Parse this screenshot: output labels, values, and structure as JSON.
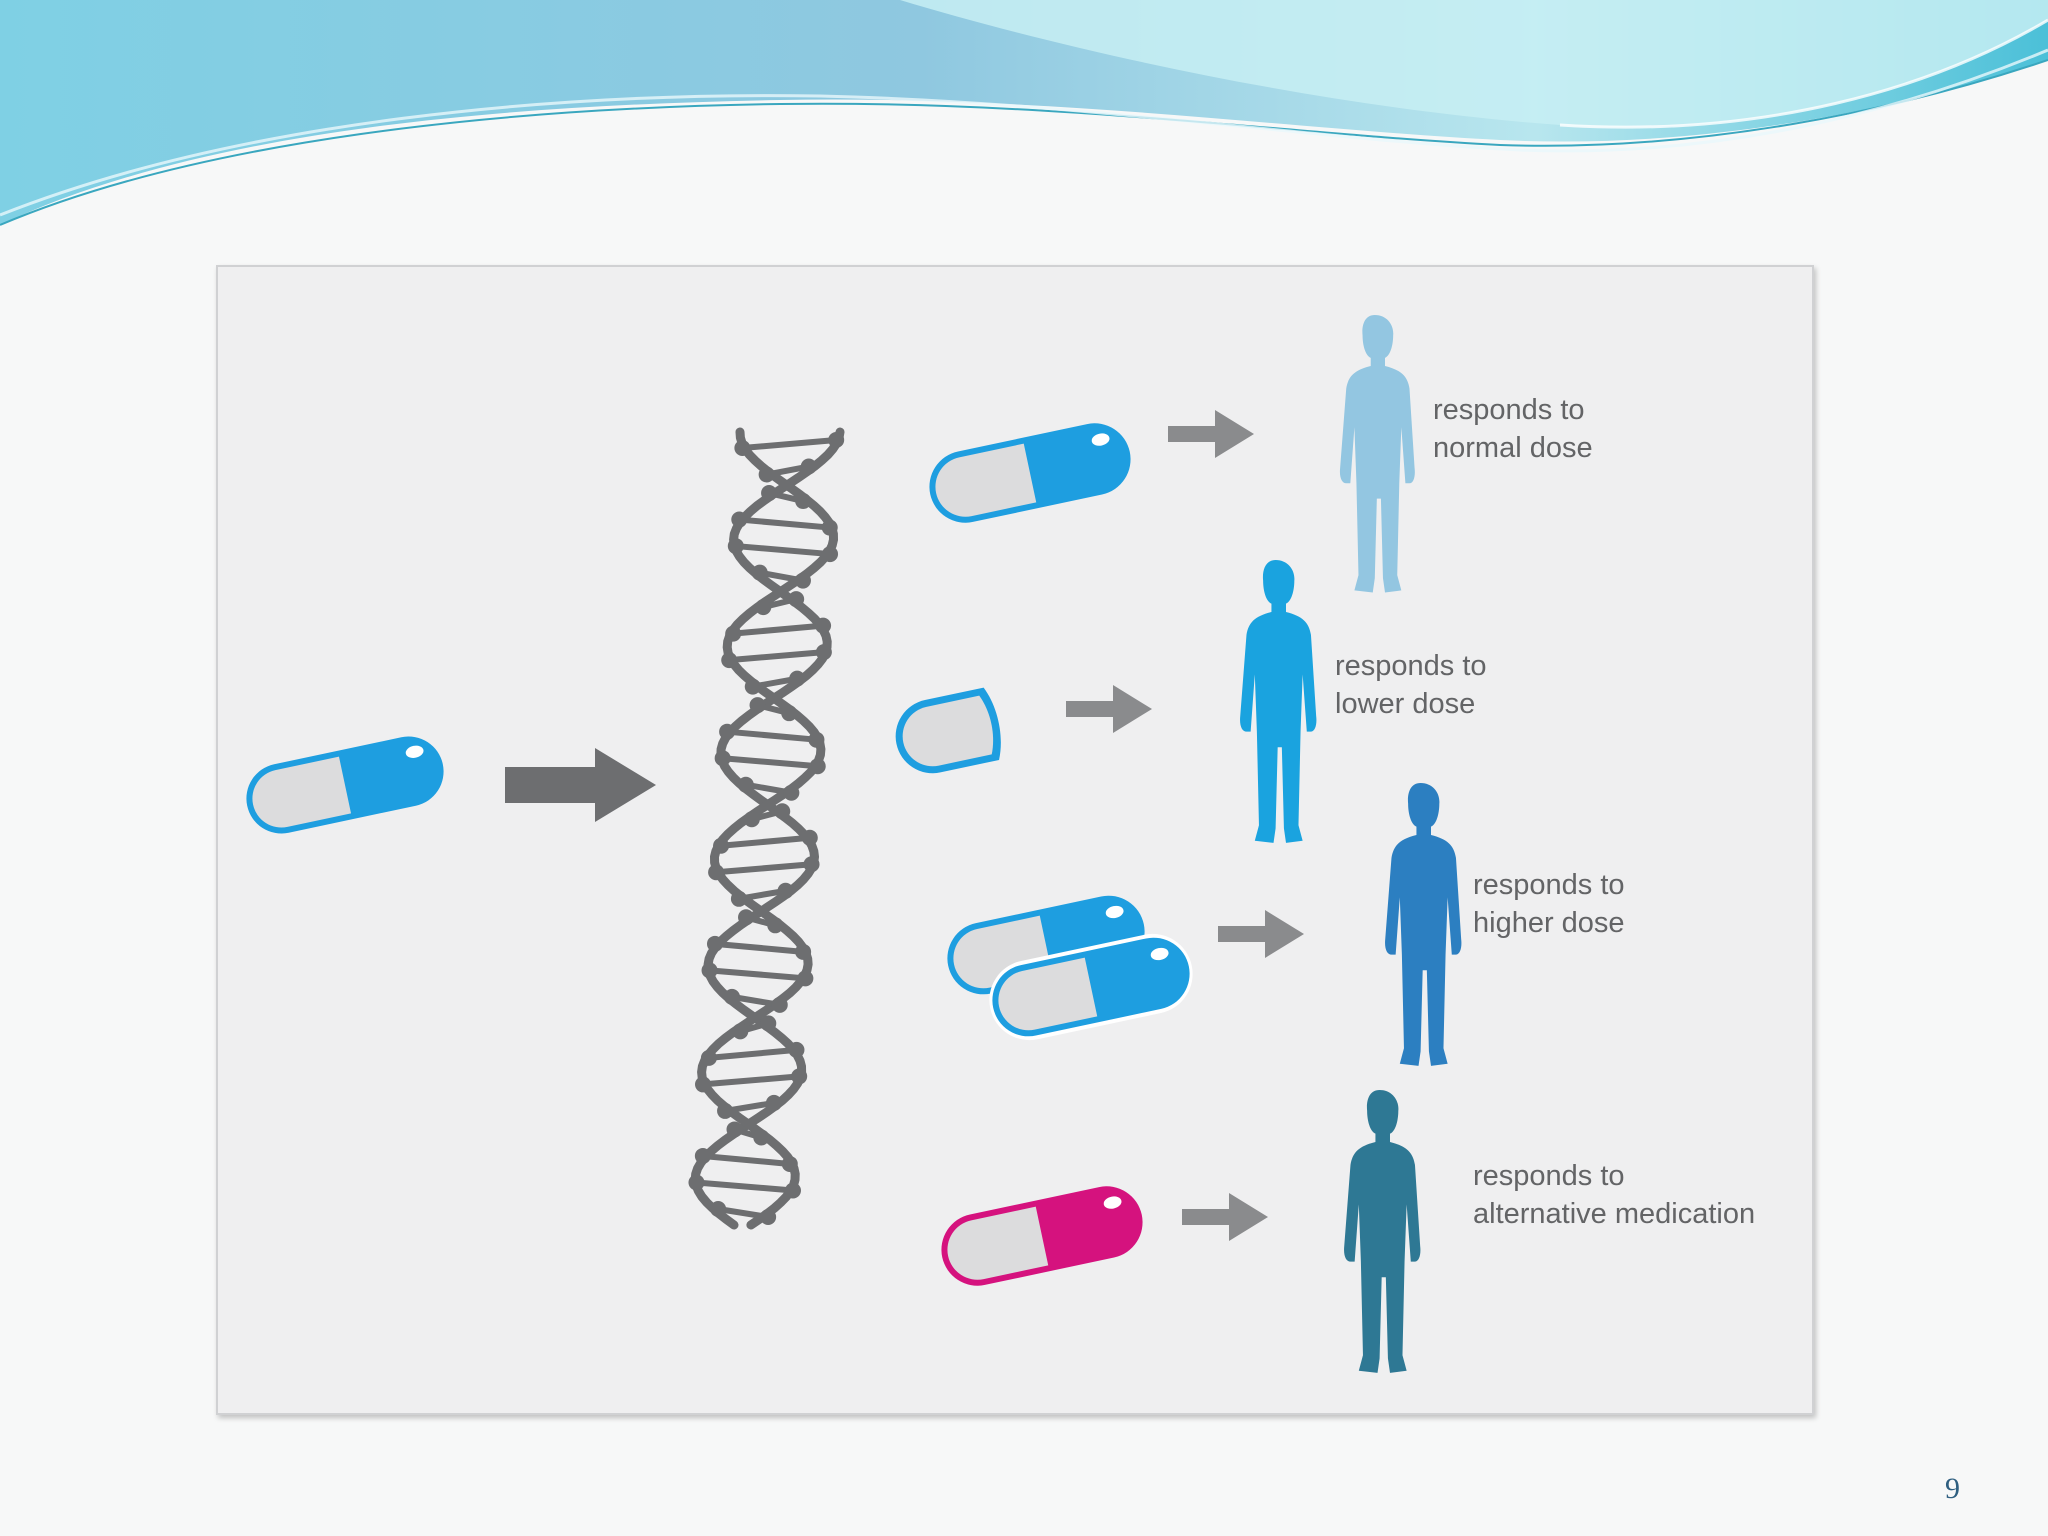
{
  "colors": {
    "normal": "#93c6e1",
    "lower": "#1aa3df",
    "higher": "#2c7fc1",
    "alternative": "#2e7894",
    "pill_blue": "#1e9ee0",
    "pill_pink": "#d5127e",
    "dna": "#6d6e70",
    "arrow": "#8a8b8d",
    "caption_text": "#636466"
  },
  "outcomes": [
    {
      "id": "normal-dose",
      "line1": "responds to",
      "line2": "normal dose",
      "pill_icon": "pill-icon",
      "person_icon": "person-icon"
    },
    {
      "id": "lower-dose",
      "line1": "responds to",
      "line2": "lower dose",
      "pill_icon": "half-pill-icon",
      "person_icon": "person-icon"
    },
    {
      "id": "higher-dose",
      "line1": "responds to",
      "line2": "higher dose",
      "pill_icon": "double-pill-icon",
      "person_icon": "person-icon"
    },
    {
      "id": "alternative-medication",
      "line1": "responds to",
      "line2": "alternative medication",
      "pill_icon": "pink-pill-icon",
      "person_icon": "person-icon"
    }
  ],
  "slide_number": "9"
}
